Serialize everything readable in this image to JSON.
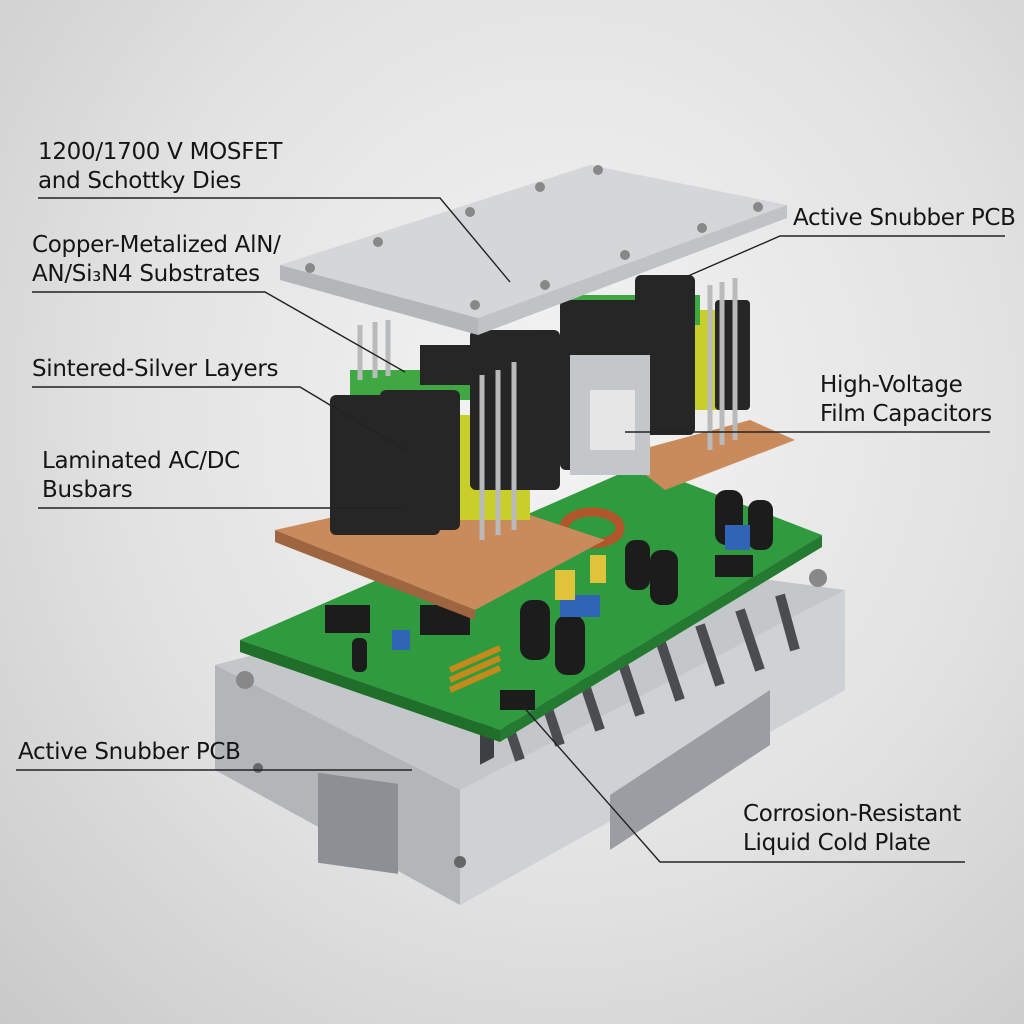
{
  "labels": {
    "mosfet": {
      "line1": "1200/1700 V MOSFET",
      "line2": "and Schottky Dies"
    },
    "substrates": {
      "line1": "Copper-Metalized AlN/",
      "line2": "AN/Si₃N4 Substrates"
    },
    "sintered": {
      "line1": "Sintered-Silver Layers"
    },
    "busbars": {
      "line1": "Laminated AC/DC",
      "line2": "Busbars"
    },
    "snubber_top": {
      "line1": "Active Snubber PCB"
    },
    "capacitors": {
      "line1": "High-Voltage",
      "line2": "Film Capacitors"
    },
    "snubber_bottom": {
      "line1": "Active Snubber PCB"
    },
    "cold_plate": {
      "line1": "Corrosion-Resistant",
      "line2": "Liquid Cold Plate"
    }
  },
  "colors": {
    "pcb": "#2f9a3e",
    "copper": "#c98a5c",
    "module": "#262626",
    "cap_yellow": "#c8cf2a",
    "plate": "#d4d6d8"
  }
}
